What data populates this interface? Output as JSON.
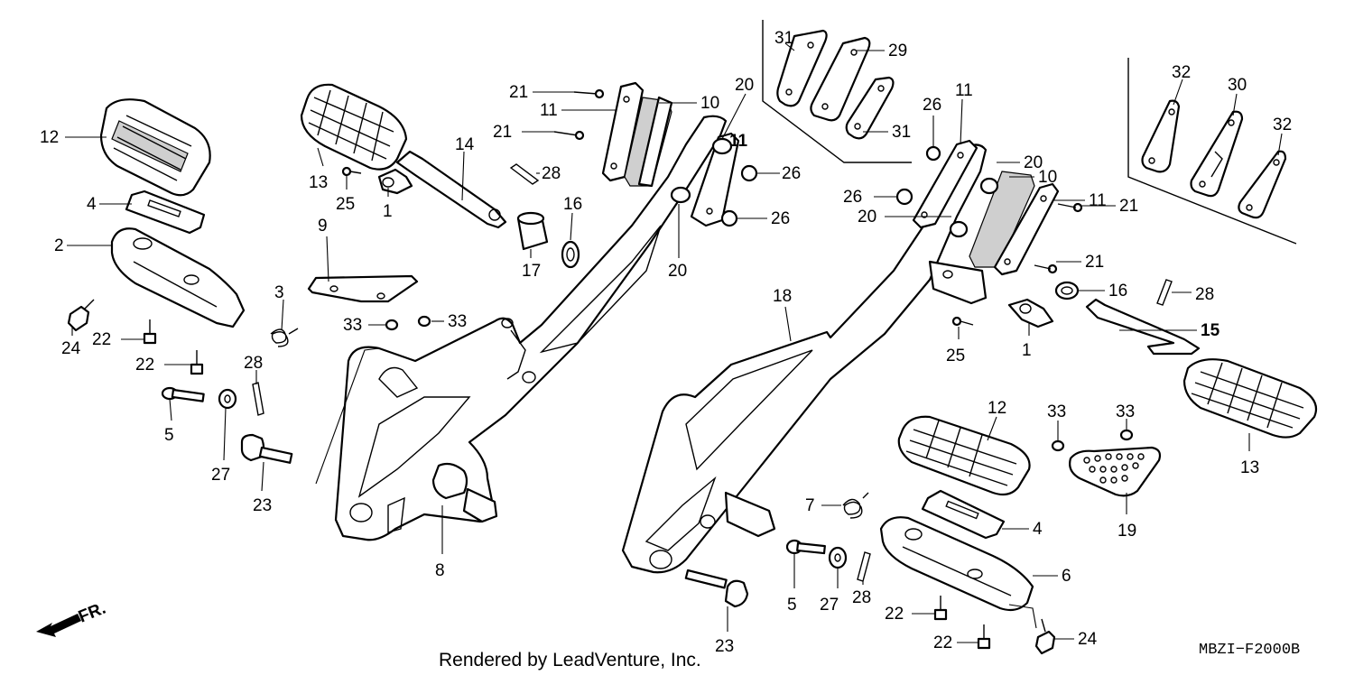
{
  "credit": "Rendered by LeadVenture, Inc.",
  "diagram_code": "MBZI−F2000B",
  "direction_label": "FR.",
  "callouts": [
    "31",
    "29",
    "31",
    "32",
    "30",
    "32",
    "21",
    "11",
    "10",
    "20",
    "21",
    "11",
    "26",
    "26",
    "26",
    "12",
    "4",
    "2",
    "13",
    "25",
    "1",
    "14",
    "28",
    "16",
    "17",
    "20",
    "26",
    "11",
    "20",
    "10",
    "20",
    "11",
    "21",
    "21",
    "9",
    "3",
    "33",
    "33",
    "22",
    "22",
    "24",
    "28",
    "5",
    "27",
    "23",
    "8",
    "18",
    "16",
    "28",
    "25",
    "1",
    "15",
    "12",
    "33",
    "33",
    "13",
    "19",
    "7",
    "4",
    "6",
    "5",
    "27",
    "28",
    "22",
    "24",
    "22",
    "23"
  ]
}
